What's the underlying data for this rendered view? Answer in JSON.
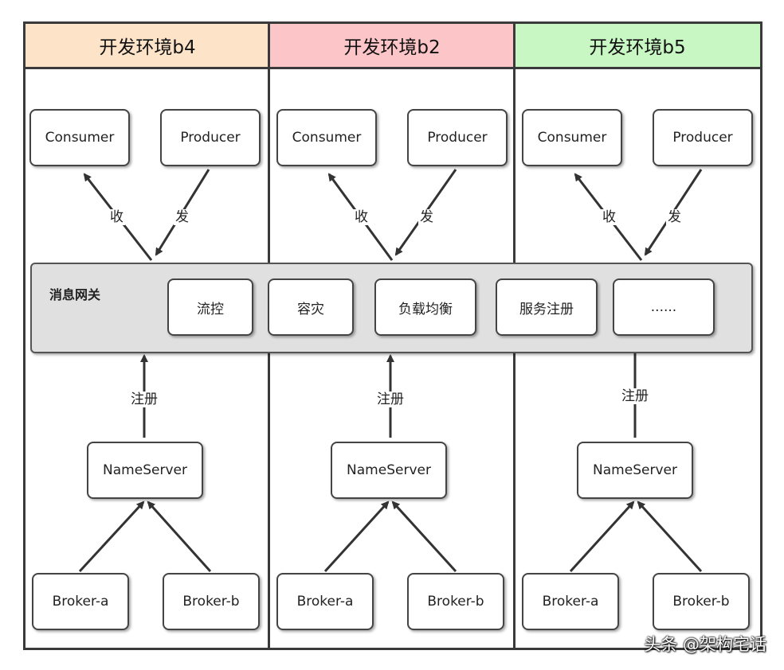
{
  "columns": [
    {
      "title": "开发环境b4",
      "color": "#fde4c9"
    },
    {
      "title": "开发环境b2",
      "color": "#fcc5c7"
    },
    {
      "title": "开发环境b5",
      "color": "#c8f7c4"
    }
  ],
  "nodes": {
    "consumer": "Consumer",
    "producer": "Producer",
    "nameserver": "NameServer",
    "broker_a": "Broker-a",
    "broker_b": "Broker-b"
  },
  "edge_labels": {
    "receive": "收",
    "send": "发",
    "register": "注册"
  },
  "gateway": {
    "title": "消息网关",
    "features": [
      "流控",
      "容灾",
      "负载均衡",
      "服务注册",
      "......"
    ]
  },
  "watermark": "头条 @架构宅话"
}
